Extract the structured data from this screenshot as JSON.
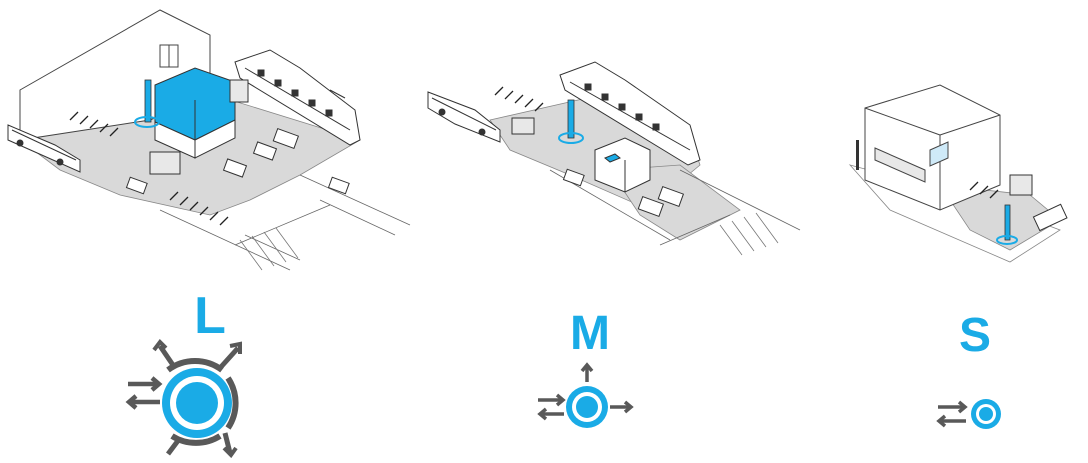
{
  "colors": {
    "accent": "#1aabe6",
    "ground": "#d9d9d9",
    "line": "#444444",
    "arrow": "#595959"
  },
  "hubs": [
    {
      "id": "large",
      "label": "L",
      "icon": "mobility-hub-large-icon"
    },
    {
      "id": "medium",
      "label": "M",
      "icon": "mobility-hub-medium-icon"
    },
    {
      "id": "small",
      "label": "S",
      "icon": "mobility-hub-small-icon"
    }
  ]
}
